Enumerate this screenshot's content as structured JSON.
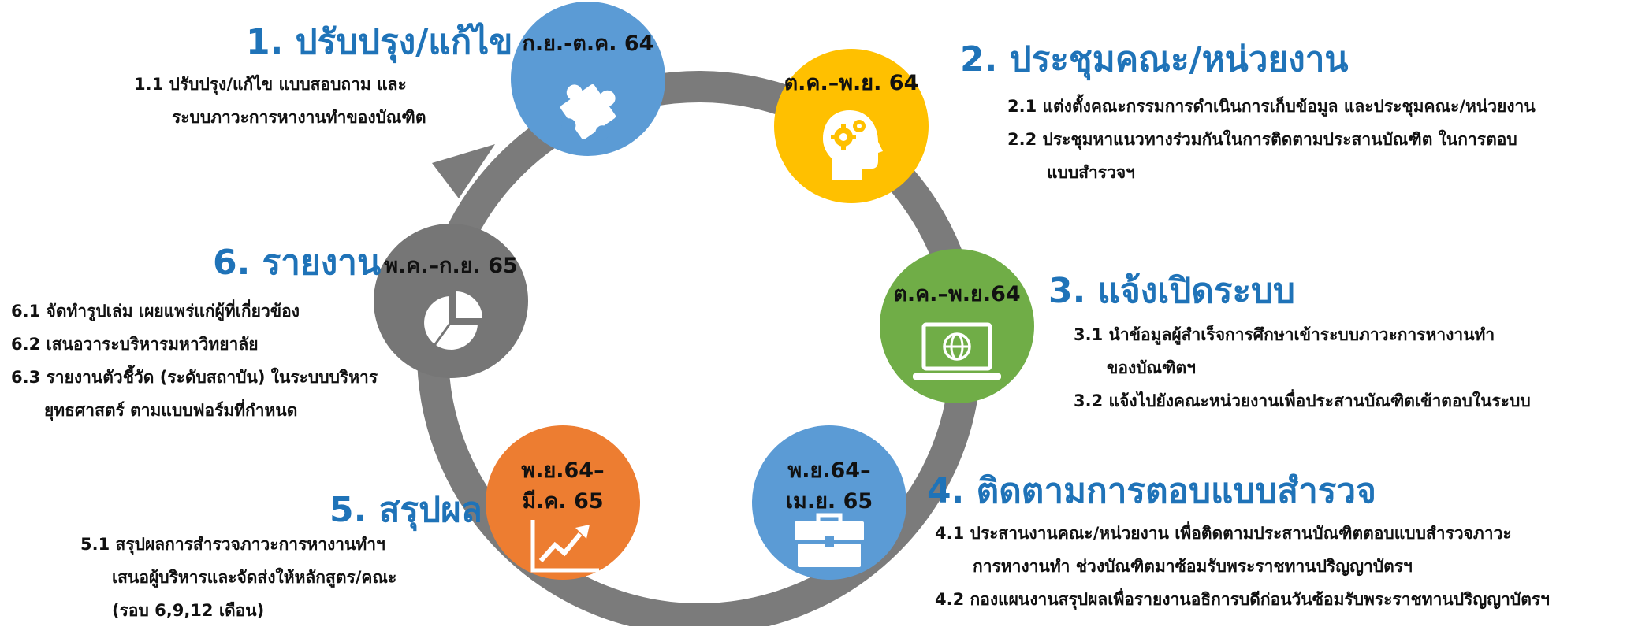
{
  "colors": {
    "ring": "#7b7b7b",
    "title": "#1f73b8",
    "step1": "#5b9bd5",
    "step2": "#ffc000",
    "step3": "#70ad47",
    "step4": "#5b9bd5",
    "step5": "#ed7d31",
    "step6": "#767676"
  },
  "steps": [
    {
      "title": "1. ปรับปรุง/แก้ไข",
      "period": "ก.ย.-ต.ค. 64",
      "icon": "puzzle-icon",
      "items": [
        "1.1 ปรับปรุง/แก้ไข แบบสอบถาม และ",
        "ระบบภาวะการหางานทำของบัณฑิต"
      ]
    },
    {
      "title": "2. ประชุมคณะ/หน่วยงาน",
      "period": "ต.ค.–พ.ย. 64",
      "icon": "head-gears-icon",
      "items": [
        "2.1 แต่งตั้งคณะกรรมการดำเนินการเก็บข้อมูล และประชุมคณะ/หน่วยงาน",
        "2.2 ประชุมหาแนวทางร่วมกันในการติดตามประสานบัณฑิต ในการตอบ",
        "แบบสำรวจฯ"
      ]
    },
    {
      "title": "3. แจ้งเปิดระบบ",
      "period": "ต.ค.–พ.ย.64",
      "icon": "laptop-globe-icon",
      "items": [
        "3.1 นำข้อมูลผู้สำเร็จการศึกษาเข้าระบบภาวะการหางานทำ",
        "ของบัณฑิตฯ",
        "3.2 แจ้งไปยังคณะหน่วยงานเพื่อประสานบัณฑิตเข้าตอบในระบบ"
      ]
    },
    {
      "title": "4. ติดตามการตอบแบบสำรวจ",
      "period": [
        "พ.ย.64–",
        "เม.ย. 65"
      ],
      "icon": "briefcase-icon",
      "items": [
        "4.1 ประสานงานคณะ/หน่วยงาน เพื่อติดตามประสานบัณฑิตตอบแบบสำรวจภาวะ",
        "การหางานทำ  ช่วงบัณฑิตมาซ้อมรับพระราชทานปริญญาบัตรฯ",
        "4.2 กองแผนงานสรุปผลเพื่อรายงานอธิการบดีก่อนวันซ้อมรับพระราชทานปริญญาบัตรฯ"
      ]
    },
    {
      "title": "5. สรุปผล",
      "period": [
        "พ.ย.64–",
        "มี.ค. 65"
      ],
      "icon": "growth-chart-icon",
      "items": [
        "5.1 สรุปผลการสำรวจภาวะการหางานทำฯ",
        "เสนอผู้บริหารและจัดส่งให้หลักสูตร/คณะ",
        "(รอบ 6,9,12 เดือน)"
      ]
    },
    {
      "title": "6. รายงาน",
      "period": "พ.ค.–ก.ย. 65",
      "icon": "pie-chart-icon",
      "items": [
        "6.1 จัดทำรูปเล่ม เผยแพร่แก่ผู้ที่เกี่ยวข้อง",
        "6.2 เสนอวาระบริหารมหาวิทยาลัย",
        "6.3 รายงานตัวชี้วัด (ระดับสถาบัน) ในระบบบริหาร",
        "ยุทธศาสตร์ ตามแบบฟอร์มที่กำหนด"
      ]
    }
  ]
}
